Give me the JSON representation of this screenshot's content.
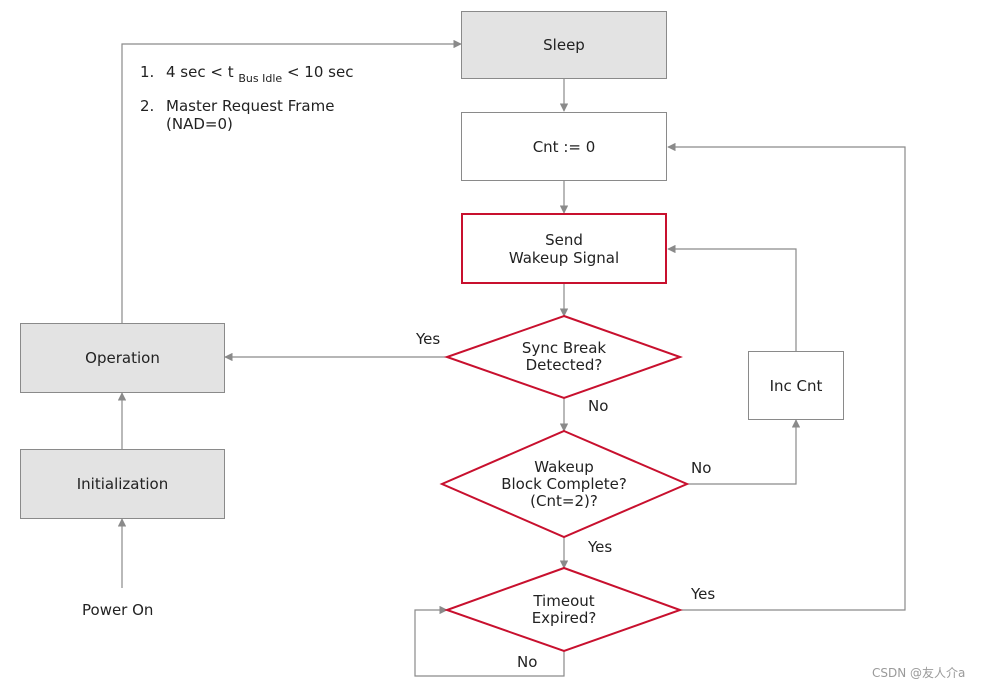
{
  "nodes": {
    "sleep": "Sleep",
    "cnt_reset": "Cnt := 0",
    "send_wakeup": "Send\nWakeup Signal",
    "sync_break": "Sync Break\nDetected?",
    "wakeup_block": "Wakeup\nBlock Complete?\n(Cnt=2)?",
    "timeout": "Timeout\nExpired?",
    "inc_cnt": "Inc Cnt",
    "operation": "Operation",
    "initialization": "Initialization",
    "power_on": "Power On"
  },
  "edges": {
    "sync_yes": "Yes",
    "sync_no": "No",
    "block_no": "No",
    "block_yes": "Yes",
    "timeout_yes": "Yes",
    "timeout_no": "No"
  },
  "conditions": {
    "c1_number": "1.",
    "c1_prefix": "4 sec < t",
    "c1_sub": "Bus Idle",
    "c1_suffix": "< 10 sec",
    "c2_number": "2.",
    "c2_text": "Master Request Frame\n(NAD=0)"
  },
  "watermark": "CSDN @友人介a",
  "colors": {
    "highlight_border": "#c8102e",
    "gray_fill": "#e3e3e3",
    "connector": "#8a8a8a"
  }
}
